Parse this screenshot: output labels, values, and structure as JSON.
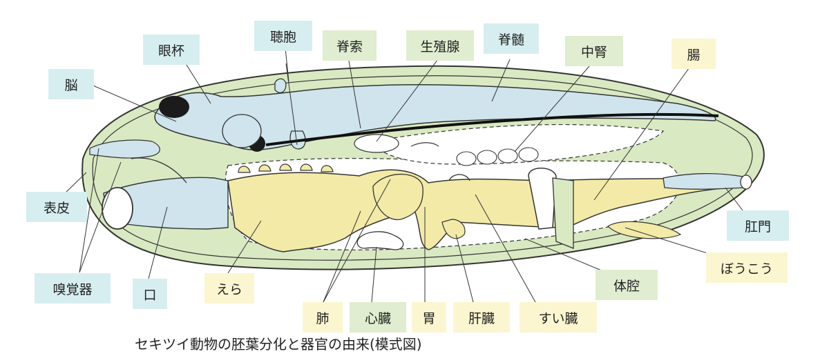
{
  "caption": "セキツイ動物の胚葉分化と器官の由来(模式図)",
  "colors": {
    "ectoderm": "#d7eef0",
    "mesoderm": "#e0edd0",
    "endoderm": "#fbf6cf",
    "body_fill": "#d9e9c2",
    "neural_fill": "#cfe4ec",
    "gut_fill": "#f2eaa6",
    "outline": "#333333"
  },
  "labels": {
    "gankai": "眼杯",
    "chouhou": "聴胞",
    "sekisaku": "脊索",
    "seishokusen": "生殖腺",
    "sekizui": "脊髄",
    "chuujin": "中腎",
    "chou": "腸",
    "nou": "脳",
    "hyouhi": "表皮",
    "koumon": "肛門",
    "boukou": "ぼうこう",
    "taikou": "体腔",
    "kyuukakuki": "嗅覚器",
    "kuchi": "口",
    "era": "えら",
    "hai": "肺",
    "shinzou": "心臓",
    "i": "胃",
    "kanzou": "肝臓",
    "suizou": "すい臓"
  }
}
